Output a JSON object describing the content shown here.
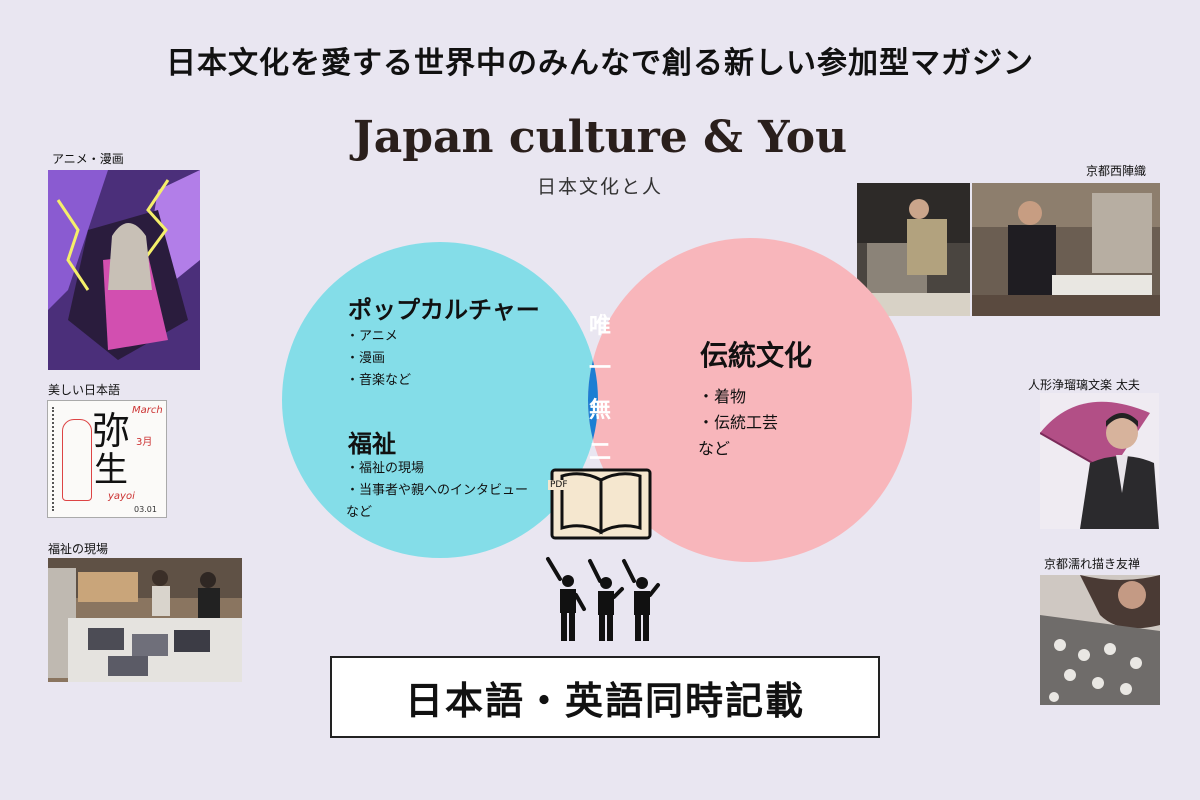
{
  "headline": "日本文化を愛する世界中のみんなで創る新しい参加型マガジン",
  "brand": {
    "title": "Japan culture & You",
    "subtitle": "日本文化と人"
  },
  "left_cards": [
    {
      "caption": "アニメ・漫画"
    },
    {
      "caption": "美しい日本語"
    },
    {
      "caption": "福祉の現場"
    }
  ],
  "right_cards": [
    {
      "caption": "京都西陣織"
    },
    {
      "caption": "人形浄瑠璃文楽 太夫"
    },
    {
      "caption": "京都濡れ描き友禅"
    }
  ],
  "calligraphy": {
    "kanji_top": "弥",
    "kanji_bottom": "生",
    "month_en": "March",
    "month_jp": "3月",
    "romaji": "yayoi",
    "date": "03.01"
  },
  "venn": {
    "pop": {
      "title": "ポップカルチャー",
      "items": [
        "・アニメ",
        "・漫画",
        "・音楽など"
      ]
    },
    "welfare": {
      "title": "福祉",
      "items": [
        "・福祉の現場",
        "・当事者や親へのインタビュー",
        "など"
      ]
    },
    "traditional": {
      "title": "伝統文化",
      "items": [
        "・着物",
        "・伝統工芸",
        "など"
      ]
    },
    "center": [
      "唯",
      "一",
      "無",
      "二"
    ],
    "pdf_label": "PDF"
  },
  "banner": "日本語・英語同時記載",
  "colors": {
    "left_circle": "#84dde8",
    "right_circle": "#f8b6bb",
    "overlap": "#1c7ed3",
    "background": "#e9e6f1"
  },
  "icons": [
    "open-book-icon",
    "cheering-people-icon"
  ]
}
